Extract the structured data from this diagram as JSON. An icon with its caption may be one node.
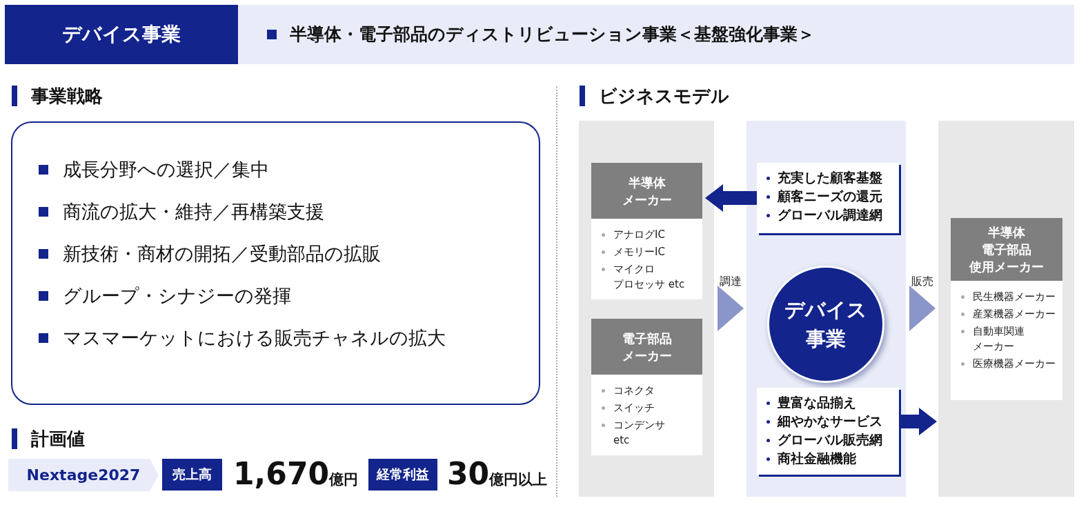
{
  "diagram": {
    "nodes": [
      {
        "text": [
          "デバイス事業"
        ]
      },
      {
        "text": [
          "半導体・電子部品のディストリビューション事業＜基盤強化事業＞"
        ]
      },
      {
        "text": [
          "成長分野への選択／集中",
          "商流の拡大・維持／再構築支援",
          "新技術・商材の開拓／受動部品の拡販",
          "グループ・シナジーの発揮",
          "マスマーケットにおける販売チャネルの拡大"
        ]
      },
      {
        "text": [
          "Nextage2027"
        ]
      },
      {
        "text": [
          "売上高"
        ],
        "beside": [
          "1,670",
          "億円"
        ]
      },
      {
        "text": [
          "経常利益"
        ],
        "beside": [
          "30",
          "億円以上"
        ]
      },
      {
        "text": [],
        "shape": "band"
      },
      {
        "text": [
          "半導体メーカー",
          "アナログIC",
          "メモリーIC",
          "マイクロプロセッサ etc"
        ],
        "in": 6
      },
      {
        "text": [
          "電子部品メーカー",
          "コネクタ",
          "スイッチ",
          "コンデンサ etc"
        ],
        "in": 6
      },
      {
        "text": [],
        "shape": "band"
      },
      {
        "text": [
          "充実した顧客基盤",
          "顧客ニーズの還元",
          "グローバル調達網"
        ],
        "in": 9
      },
      {
        "text": [
          "デバイス事業"
        ],
        "in": 9
      },
      {
        "text": [
          "豊富な品揃え",
          "細やかなサービス",
          "グローバル販売網",
          "商社金融機能"
        ],
        "in": 9
      },
      {
        "text": [],
        "shape": "band"
      },
      {
        "text": [
          "半導体電子部品使用メーカー",
          "民生機器メーカー",
          "産業機器メーカー",
          "自動車関連メーカー",
          "医療機器メーカー"
        ],
        "in": 13
      }
    ],
    "edges": [
      {
        "from": 6,
        "to": 9,
        "arrow": "to",
        "label": "調達"
      },
      {
        "from": 9,
        "to": 13,
        "arrow": "to",
        "label": "販売"
      },
      {
        "from": 10,
        "to": 7,
        "arrow": "to"
      },
      {
        "from": 12,
        "to": 13,
        "arrow": "to"
      }
    ],
    "labels": [
      "事業戦略",
      "ビジネスモデル",
      "計画値"
    ]
  }
}
